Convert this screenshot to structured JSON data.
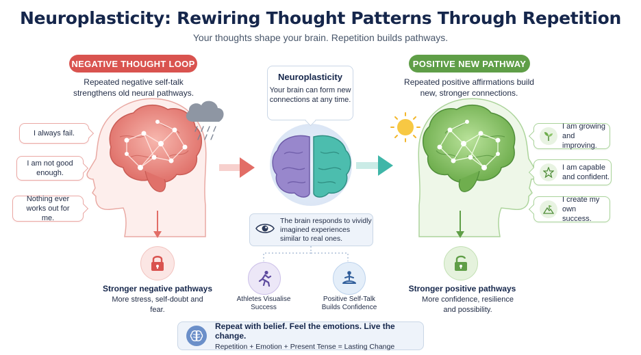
{
  "header": {
    "title": "Neuroplasticity: Rewiring Thought Patterns Through Repetition",
    "subtitle": "Your thoughts shape your brain. Repetition builds pathways."
  },
  "negative": {
    "label": "NEGATIVE THOUGHT LOOP",
    "description": "Repeated negative self-talk strengthens old neural pathways.",
    "thoughts": [
      "I always fail.",
      "I am not good enough.",
      "Nothing ever works out for me."
    ],
    "outcome_title": "Stronger negative pathways",
    "outcome_desc": "More stress, self-doubt and fear.",
    "icon": "locked-padlock-icon",
    "weather_icon": "rain-cloud-icon",
    "color": "#d9534f"
  },
  "positive": {
    "label": "POSITIVE NEW PATHWAY",
    "description": "Repeated positive affirmations build new, stronger connections.",
    "affirmations": [
      {
        "text": "I am growing and improving.",
        "icon": "sprout-icon"
      },
      {
        "text": "I am capable and confident.",
        "icon": "star-icon"
      },
      {
        "text": "I create my own success.",
        "icon": "mountain-flag-icon"
      }
    ],
    "outcome_title": "Stronger positive pathways",
    "outcome_desc": "More confidence, resilience and possibility.",
    "icon": "unlocked-padlock-icon",
    "weather_icon": "sun-icon",
    "color": "#5f9e47"
  },
  "center": {
    "title": "Neuroplasticity",
    "description": "Your brain can form new connections at any time.",
    "imagination_text": "The brain responds to vividly imagined experiences similar to real ones.",
    "imagination_icon": "eye-icon",
    "examples": [
      {
        "label": "Athletes Visualise Success",
        "icon": "runner-icon"
      },
      {
        "label": "Positive Self-Talk Builds Confidence",
        "icon": "meditation-icon"
      }
    ],
    "brain_colors": {
      "left": "#8e7cc3",
      "right": "#3fb6a8"
    }
  },
  "footer": {
    "headline": "Repeat with belief. Feel the emotions. Live the change.",
    "formula": "Repetition + Emotion + Present Tense = Lasting Change",
    "icon": "brain-icon"
  }
}
